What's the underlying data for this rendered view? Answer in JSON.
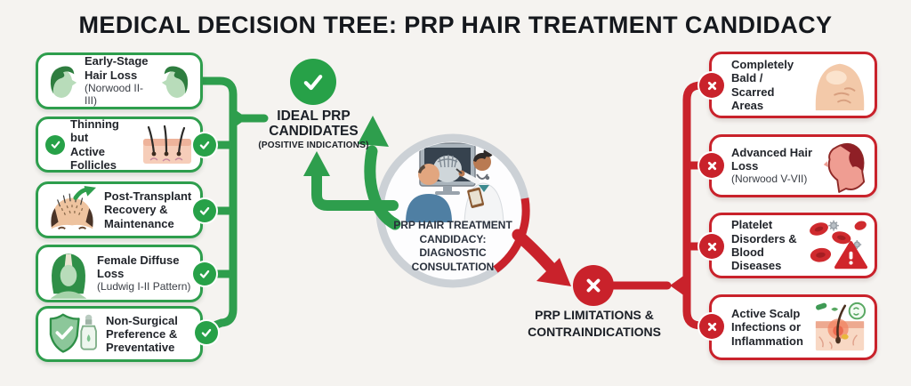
{
  "title": {
    "prefix": "MEDICAL DECISION TREE: ",
    "emphasis": "PRP HAIR TREATMENT CANDIDACY"
  },
  "colors": {
    "green": "#2e9e4d",
    "red": "#c9222b",
    "text": "#1e2228",
    "ring": "#ccd1d6",
    "bg": "#f5f3f0"
  },
  "center": {
    "label": "PRP HAIR TREATMENT\nCANDIDACY:\nDIAGNOSTIC\nCONSULTATION",
    "illustration": "doctor-patient-scalp-consultation"
  },
  "ideal": {
    "badge_icon": "check-icon",
    "line1": "IDEAL PRP",
    "line2": "CANDIDATES",
    "line3": "(POSITIVE INDICATIONS)",
    "cards": [
      {
        "icon": "receding-hairline-heads-icon",
        "title": "Early-Stage\nHair Loss",
        "subtitle": "(Norwood II-III)"
      },
      {
        "icon": "check-and-follicle-icon",
        "title": "Thinning but\nActive Follicles",
        "subtitle": ""
      },
      {
        "icon": "transplant-regrowth-head-icon",
        "title": "Post-Transplant\nRecovery &\nMaintenance",
        "subtitle": ""
      },
      {
        "icon": "female-diffuse-loss-icon",
        "title": "Female Diffuse Loss",
        "subtitle": "(Ludwig I-II Pattern)"
      },
      {
        "icon": "shield-check-serum-icon",
        "title": "Non-Surgical\nPreference &\nPreventative",
        "subtitle": ""
      }
    ]
  },
  "limitations": {
    "badge_icon": "x-icon",
    "line1": "PRP LIMITATIONS &",
    "line2": "CONTRAINDICATIONS",
    "cards": [
      {
        "icon": "bald-scalp-icon",
        "title": "Completely Bald /\nScarred Areas",
        "subtitle": ""
      },
      {
        "icon": "advanced-loss-head-icon",
        "title": "Advanced Hair\nLoss",
        "subtitle": "(Norwood V-VII)"
      },
      {
        "icon": "blood-cells-warning-icon",
        "title": "Platelet\nDisorders &\nBlood Diseases",
        "subtitle": ""
      },
      {
        "icon": "scalp-infection-icon",
        "title": "Active Scalp\nInfections or\nInflammation",
        "subtitle": ""
      }
    ]
  }
}
